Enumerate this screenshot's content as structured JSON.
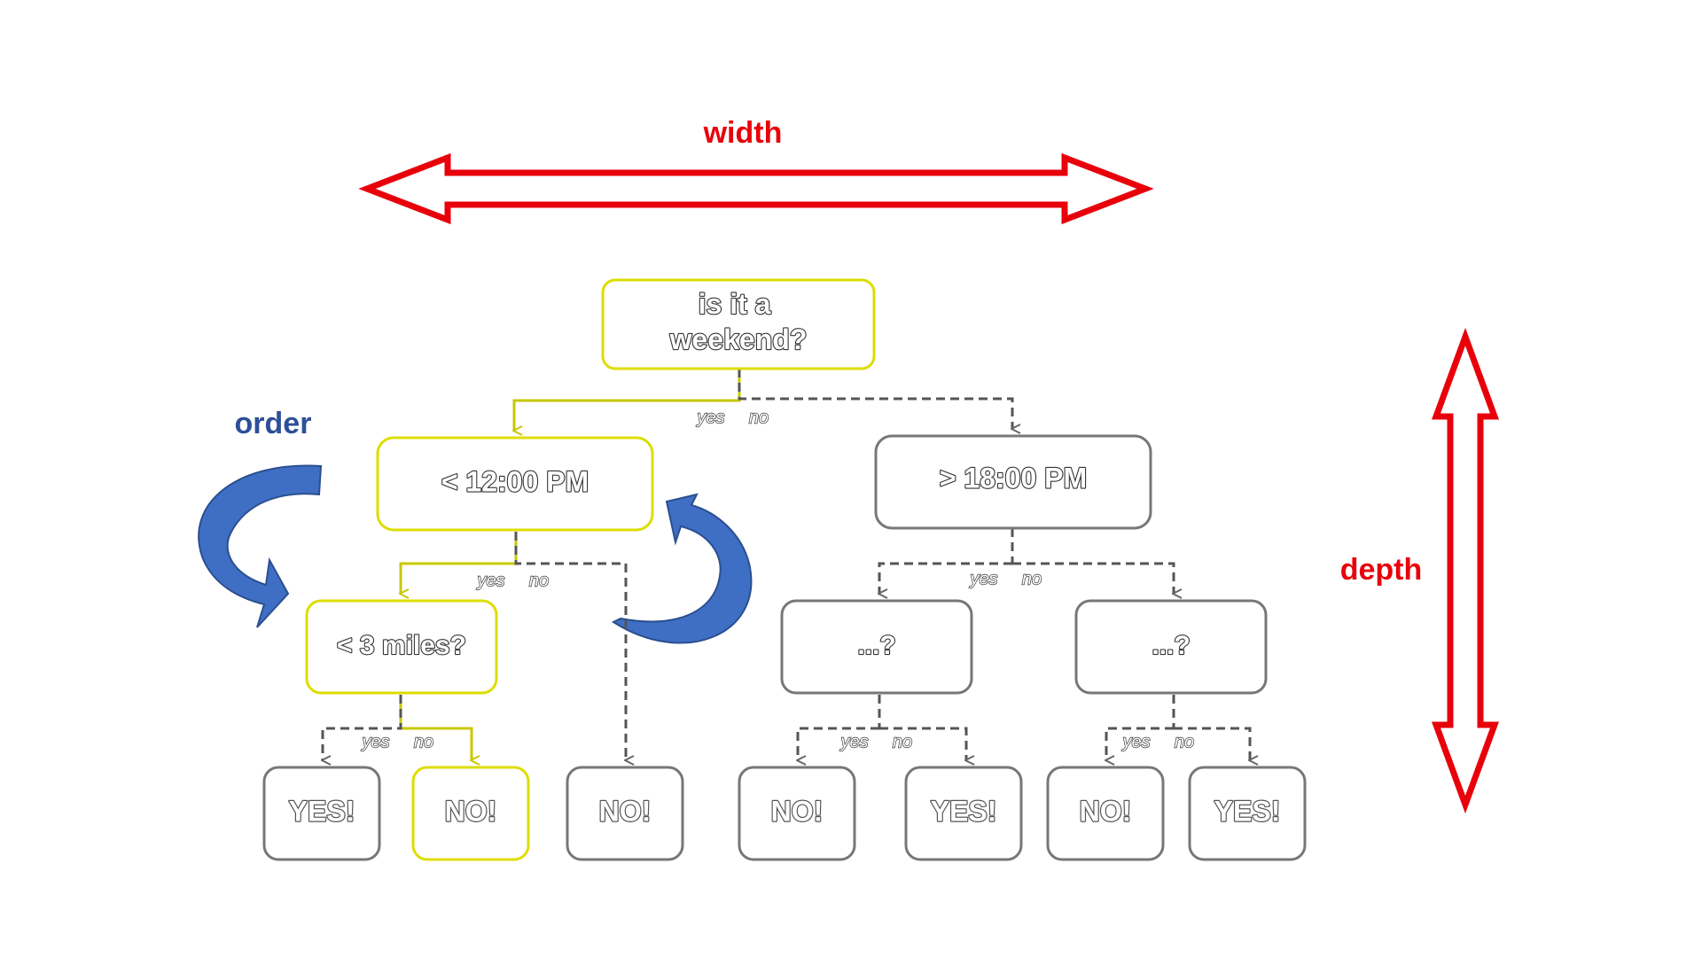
{
  "colors": {
    "highlight_path": "#e6e600",
    "default_node": "#777777",
    "dimension_arrow": "#e8000b",
    "order_arrow": "#3f6fc4",
    "order_arrow_outline": "#2a4f8f",
    "order_label": "#2e4f99"
  },
  "labels": {
    "width": "width",
    "depth": "depth",
    "order": "order"
  },
  "nodes": {
    "root": "is it a weekend?",
    "before_noon": "< 12:00 PM",
    "after_six": "> 18:00 PM",
    "under_3_miles": "< 3 miles?",
    "unknown_left": "...?",
    "unknown_right": "...?",
    "leaf_1": "YES!",
    "leaf_2": "NO!",
    "leaf_3": "NO!",
    "leaf_4": "NO!",
    "leaf_5": "YES!",
    "leaf_6": "NO!",
    "leaf_7": "YES!"
  },
  "edge_labels": {
    "yes": "yes",
    "no": "no"
  }
}
